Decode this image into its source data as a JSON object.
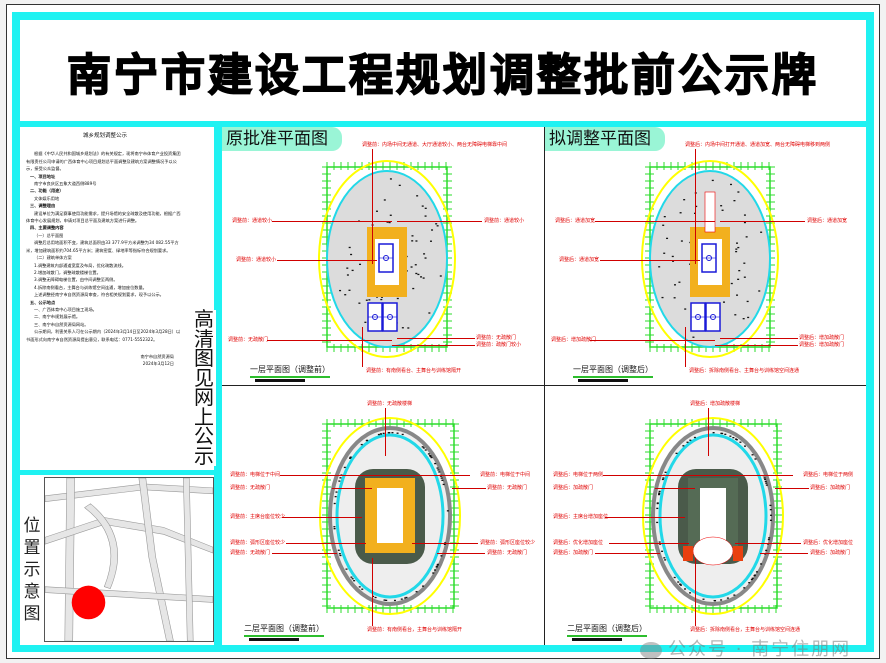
{
  "title": "南宁市建设工程规划调整批前公示牌",
  "notice": {
    "heading": "城乡规划调整公示",
    "paragraphs": [
      {
        "t": "根据《中华人民共和国城乡规划法》的有关规定，现将南宁市体育产业投资集团有限责任公司申请的广西体育中心项目规划总平面调整及建筑方案调整情况予以公示，接受公众监督。",
        "h": false
      },
      {
        "t": "一、项目地址",
        "h": true
      },
      {
        "t": "南宁市良庆区五象大道西侧889号",
        "h": false
      },
      {
        "t": "二、功能（用途）",
        "h": true
      },
      {
        "t": "文体娱乐用地",
        "h": false
      },
      {
        "t": "三、调整理由",
        "h": true
      },
      {
        "t": "建设单位为满足赛事使用功能需求，提升场馆的安全疏散及使用功能，根据广西体育中心发展规划，申请对项目总平面及建筑方案进行调整。",
        "h": false
      },
      {
        "t": "四、主要调整内容",
        "h": true
      },
      {
        "t": "（一）总平面图",
        "h": false
      },
      {
        "t": "调整后总用地面积不变，建筑总面积由33 377.9平方米调整为34 082.55平方米，增加建筑面积约704.65平方米；建筑密度、绿地率等指标符合规划要求。",
        "h": false
      },
      {
        "t": "（二）建筑单体方案",
        "h": false
      },
      {
        "t": "1.调整建筑内部通道宽度及布局，优化疏散流线。",
        "h": false
      },
      {
        "t": "2.增加疏散门，调整疏散楼梯位置。",
        "h": false
      },
      {
        "t": "3.调整无障碍电梯位置，由中间调整至两侧。",
        "h": false
      },
      {
        "t": "4.拆除南侧看台，主舞台与训练馆空间连通，增加座位数量。",
        "h": false
      },
      {
        "t": "上述调整经南宁市自然资源局审查，符合相关规划要求，现予以公示。",
        "h": false
      },
      {
        "t": "五、公示地点",
        "h": true
      },
      {
        "t": "一、广西体育中心项目施工现场。",
        "h": false
      },
      {
        "t": "二、南宁市规划展示馆。",
        "h": false
      },
      {
        "t": "三、南宁市自然资源局网站。",
        "h": false
      },
      {
        "t": "公示期间，利害关系人可在公示期内（2024年3月14日至2024年3月28日）以书面形式向南宁市自然资源局提出意见，联系电话：0771-5552322。",
        "h": false
      }
    ],
    "signature": "南宁市自然资源局",
    "date": "2024年3月12日"
  },
  "vertical_note": "高清图见网上公示",
  "location": {
    "label": "位置示意图",
    "marker_color": "#ff0000"
  },
  "panels": {
    "before": {
      "heading": "原批准平面图"
    },
    "after": {
      "heading": "拟调整平面图"
    }
  },
  "q1": {
    "caption": "一层平面图（调整前）",
    "labels": [
      "调整前：内场中间无通道、大厅通道较小、两台无障碍电梯靠中间",
      "调整前：通道较小",
      "调整前：通道较小",
      "调整前：通道较小",
      "调整前：无疏散门",
      "调整前：无疏散门",
      "调整前：疏散门较小",
      "调整前：有南侧看台、主舞台与训练馆隔开"
    ]
  },
  "q2": {
    "caption": "一层平面图（调整后）",
    "labels": [
      "调整后：内场中间打开通道、通道加宽、两台无障碍电梯移到两侧",
      "调整后：通道加宽",
      "调整后：通道加宽",
      "调整后：通道加宽",
      "调整后：增加疏散门",
      "调整后：增加疏散门",
      "调整后：增加疏散门",
      "调整后：拆除南侧看台、主舞台与训练馆空间连通"
    ]
  },
  "q3": {
    "caption": "二层平面图（调整前）",
    "labels": [
      "调整前：无疏散楼梯",
      "调整前：电梯位于中间",
      "调整前：电梯位于中间",
      "调整前：无疏散门",
      "调整前：无疏散门",
      "调整前：主席台座位较少",
      "调整前：弧形区座位较少",
      "调整前：弧形区座位较少",
      "调整前：无疏散门",
      "调整前：无疏散门",
      "调整前：有南侧看台，主舞台与训练馆隔开"
    ]
  },
  "q4": {
    "caption": "二层平面图（调整后）",
    "labels": [
      "调整后：增加疏散楼梯",
      "调整后：电梯位于两侧",
      "调整后：电梯位于两侧",
      "调整后：加疏散门",
      "调整后：加疏散门",
      "调整后：主席台增加座位",
      "调整后：优化增加座位",
      "调整后：优化增加座位",
      "调整后：加疏散门",
      "调整后：加疏散门",
      "调整后：拆除南侧看台，主舞台与训练馆空间连通"
    ]
  },
  "watermark": "公众号 · 南宁住朋网",
  "colors": {
    "frame": "#1ff2f2",
    "heading_bg": "#9af5d6",
    "label": "#e00000",
    "grid": "#2bdc2b",
    "ellipse_outer": "#ffff00",
    "ellipse_inner": "#22d8e8",
    "court": "#f2b01e",
    "basketball": "#1a1ad8"
  }
}
